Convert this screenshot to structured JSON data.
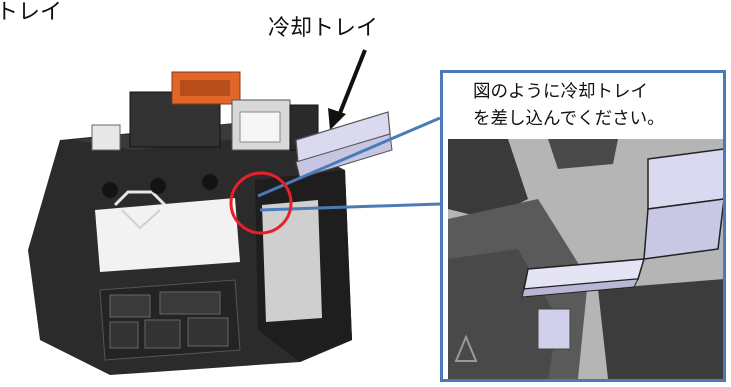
{
  "labels": {
    "corner_fragment": "トレイ",
    "tray_label": "冷却トレイ"
  },
  "callout": {
    "text": "図のように冷却トレイ\nを差し込んでください。"
  },
  "colors": {
    "accent_orange": "#e0662a",
    "callout_border": "#4a7bb7",
    "highlight_circle": "#e8202a",
    "tray_lavender": "#d9d9ef",
    "body_dark": "#2a2a2a"
  },
  "icons": {
    "arrow": "arrow-down-left-icon",
    "highlight": "red-circle-icon"
  }
}
